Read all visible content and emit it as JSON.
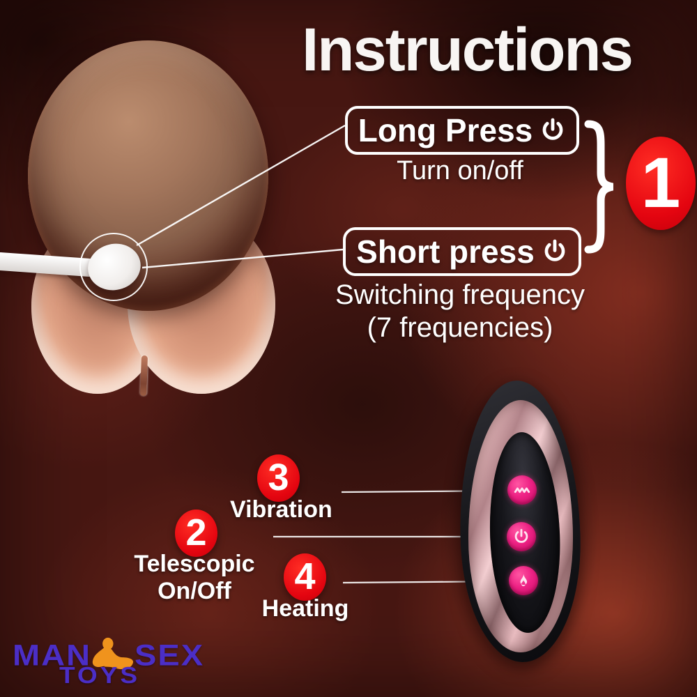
{
  "title": "Instructions",
  "callouts": {
    "long_press": {
      "label": "Long Press",
      "icon": "power-icon",
      "description": "Turn on/off"
    },
    "short_press": {
      "label": "Short press",
      "icon": "power-icon",
      "description_line1": "Switching frequency",
      "description_line2": "(7 frequencies)"
    },
    "step_badge": "1",
    "brace_glyph": "}"
  },
  "controls": [
    {
      "badge": "3",
      "label": "Vibration",
      "icon": "wave-icon"
    },
    {
      "badge": "2",
      "label": "Telescopic On/Off",
      "icon": "power-icon"
    },
    {
      "badge": "4",
      "label": "Heating",
      "icon": "flame-icon"
    }
  ],
  "remote": {
    "description": "remote-control with three buttons"
  },
  "logo": {
    "word1": "MAN",
    "word2": "SEX",
    "word3": "TOYS"
  },
  "colors": {
    "badge_red": "#e40510",
    "button_pink": "#ee2285",
    "logo_purple": "#4b2ec6",
    "logo_orange": "#f0931d",
    "text_white": "#f8f5f3",
    "background_maroon": "#471712"
  }
}
